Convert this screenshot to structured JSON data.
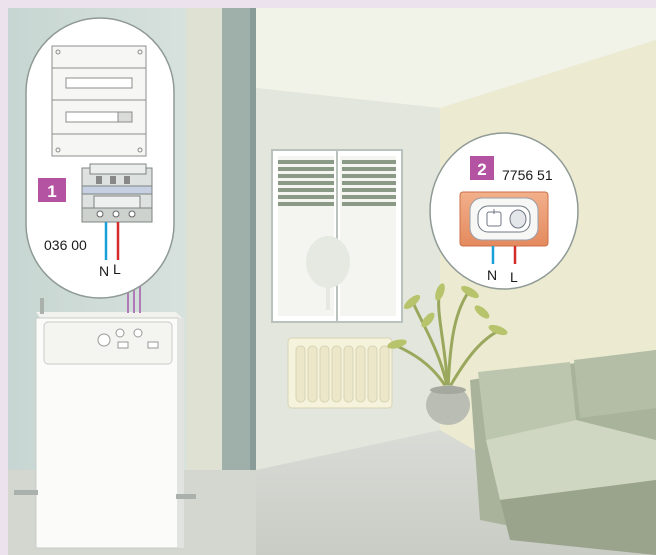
{
  "callout_1": {
    "number": "1",
    "product_ref": "036 00",
    "wire_neutral": "N",
    "wire_live": "L"
  },
  "callout_2": {
    "number": "2",
    "product_ref": "7756 51",
    "wire_neutral": "N",
    "wire_live": "L"
  },
  "colors": {
    "badge": "#b553a3",
    "neutral_wire": "#1aa0d8",
    "live_wire": "#d42a2a",
    "signal_wire": "#b07ab8",
    "frame_outer": "#ece2ee"
  }
}
